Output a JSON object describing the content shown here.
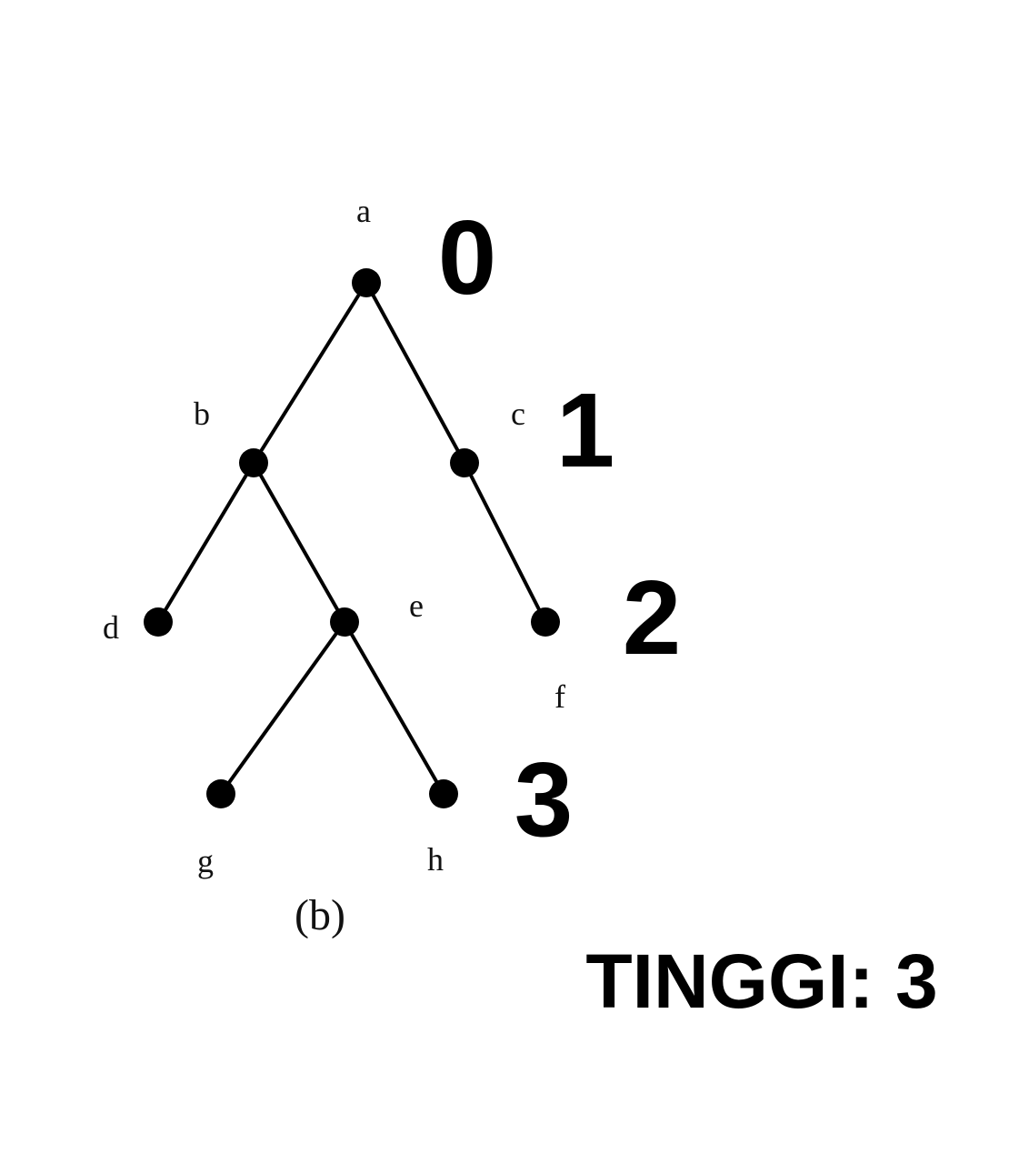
{
  "tree": {
    "nodes": [
      {
        "id": "a",
        "label": "a"
      },
      {
        "id": "b",
        "label": "b"
      },
      {
        "id": "c",
        "label": "c"
      },
      {
        "id": "d",
        "label": "d"
      },
      {
        "id": "e",
        "label": "e"
      },
      {
        "id": "f",
        "label": "f"
      },
      {
        "id": "g",
        "label": "g"
      },
      {
        "id": "h",
        "label": "h"
      }
    ],
    "edges": [
      [
        "a",
        "b"
      ],
      [
        "a",
        "c"
      ],
      [
        "b",
        "d"
      ],
      [
        "b",
        "e"
      ],
      [
        "c",
        "f"
      ],
      [
        "e",
        "g"
      ],
      [
        "e",
        "h"
      ]
    ],
    "caption": "(b)"
  },
  "levels": [
    "0",
    "1",
    "2",
    "3"
  ],
  "height_label": "TINGGI: 3",
  "colors": {
    "line": "#000000",
    "node": "#000000",
    "background": "#ffffff"
  }
}
